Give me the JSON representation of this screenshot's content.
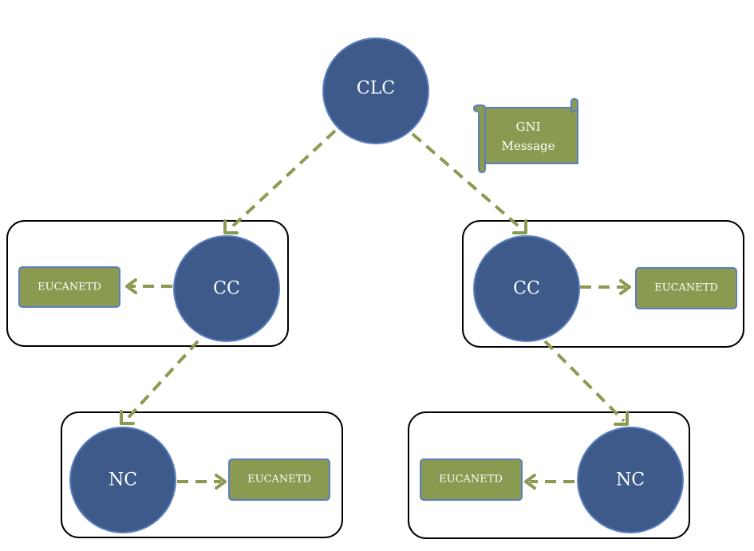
{
  "colors": {
    "node_fill": "#3d5a8a",
    "node_stroke": "#5b7fbf",
    "box_fill": "#8a9a50",
    "box_stroke": "#5b7fbf",
    "arrow": "#8a9a50",
    "frame": "#000000"
  },
  "nodes": {
    "clc": "CLC",
    "cc_left": "CC",
    "cc_right": "CC",
    "nc_left": "NC",
    "nc_right": "NC"
  },
  "boxes": {
    "cc_left_eucanetd": "EUCANETD",
    "cc_right_eucanetd": "EUCANETD",
    "nc_left_eucanetd": "EUCANETD",
    "nc_right_eucanetd": "EUCANETD"
  },
  "message": {
    "line1": "GNI",
    "line2": "Message"
  }
}
